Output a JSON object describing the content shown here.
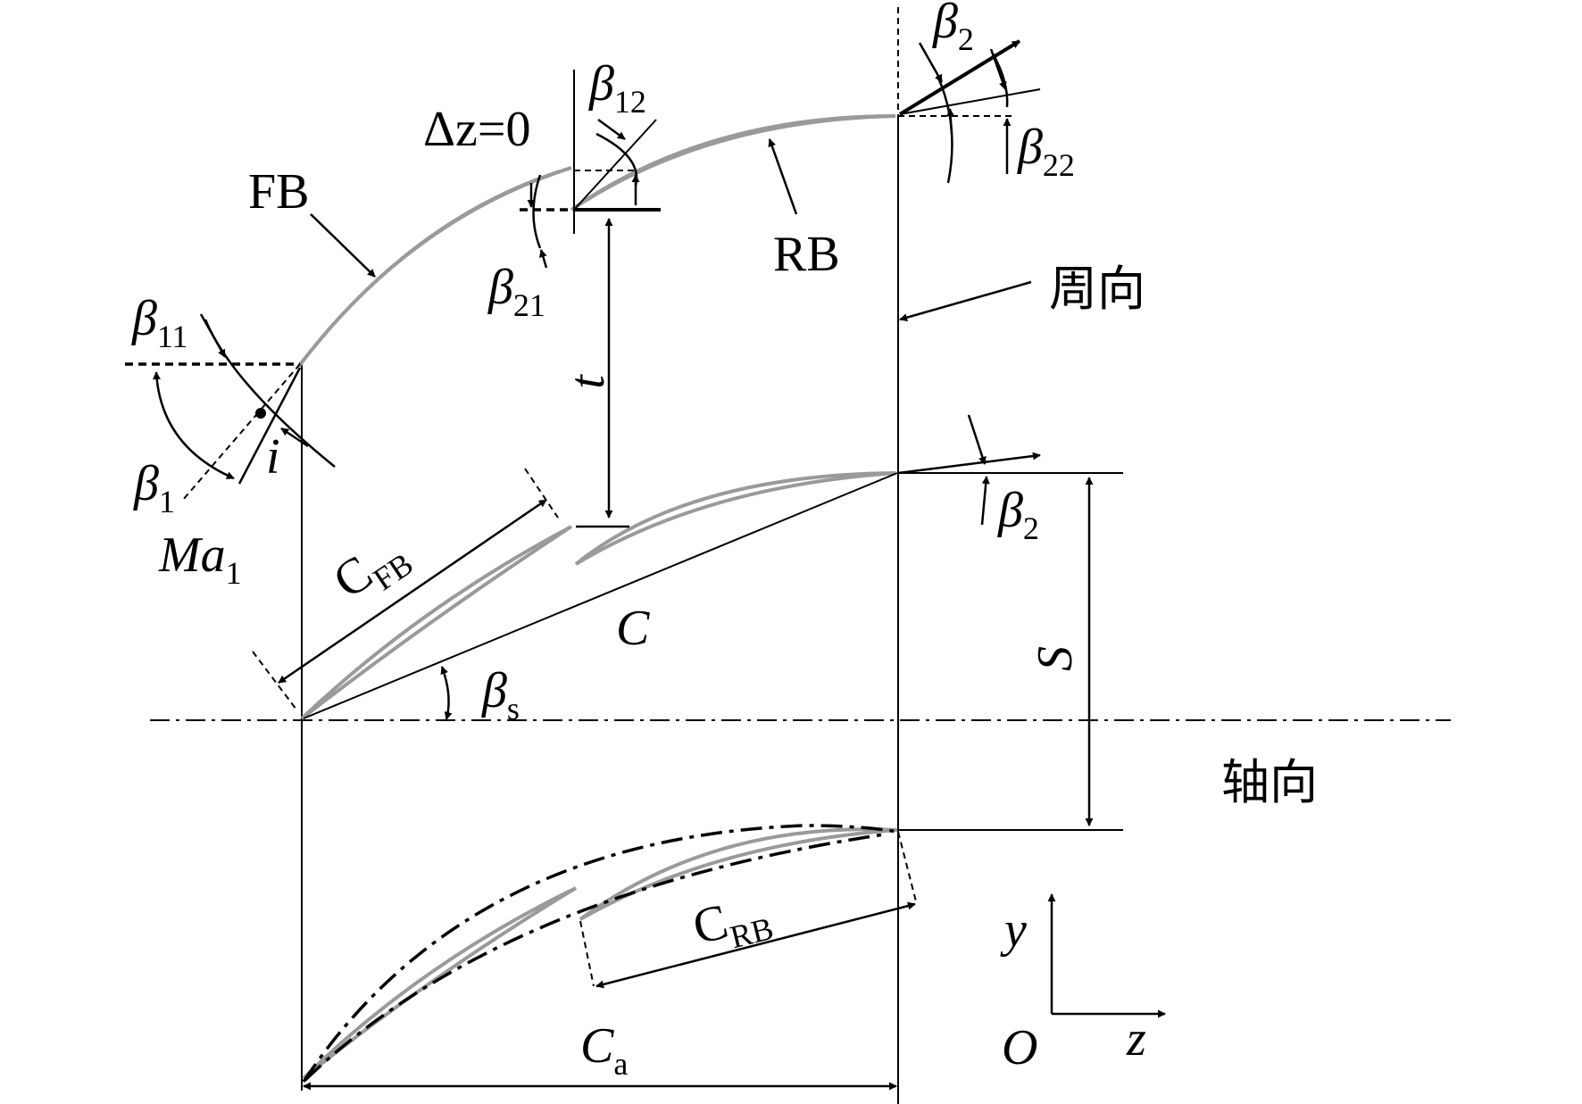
{
  "labels": {
    "fb": "FB",
    "rb": "RB",
    "delta_z": "Δz=0",
    "t": "t",
    "c": "C",
    "s": "S",
    "i": "i",
    "beta": "β",
    "beta11_sub": "11",
    "beta12_sub": "12",
    "beta21_sub": "21",
    "beta22_sub": "22",
    "beta1_sub": "1",
    "beta2_sub": "2",
    "betas_sub": "s",
    "ma": "Ma",
    "ma_sub": "1",
    "c_fb": "C",
    "c_fb_sub": "FB",
    "c_rb": "C",
    "c_rb_sub": "RB",
    "c_a": "C",
    "c_a_sub": "a",
    "circumferential": "周向",
    "axial": "轴向",
    "axis_y": "y",
    "axis_z": "z",
    "origin": "O"
  },
  "colors": {
    "blade": "#9a9a9a",
    "line": "#000000",
    "background": "#ffffff"
  }
}
